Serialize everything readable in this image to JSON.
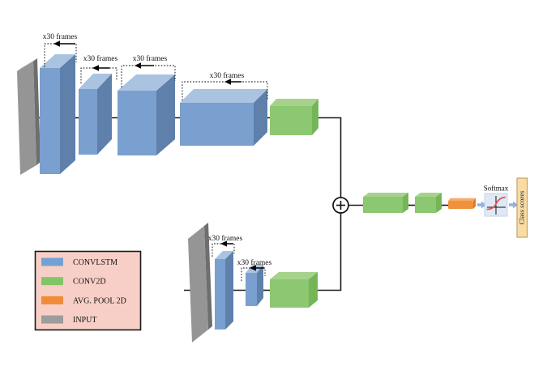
{
  "labels": {
    "frames": "x30 frames",
    "softmax": "Softmax",
    "class_scores": "Class scores",
    "plus": "+"
  },
  "legend": {
    "background": "#F8CFC7",
    "border_color": "#1A1A1A",
    "items": [
      {
        "label": "CONVLSTM",
        "color": "#74A1D4"
      },
      {
        "label": "CONV2D",
        "color": "#82C566"
      },
      {
        "label": "AVG. POOL 2D",
        "color": "#F08C38"
      },
      {
        "label": "INPUT",
        "color": "#9C9C9C"
      }
    ]
  },
  "colors": {
    "convlstm": {
      "front": "#7AA0CF",
      "top": "#A9C3E1",
      "side": "#5E80AB"
    },
    "conv2d": {
      "front": "#8CC771",
      "top": "#A6D28C",
      "side": "#74B558"
    },
    "input": {
      "front": "#959595",
      "top": "#B5B5B5",
      "side": "#6E6E6E"
    },
    "avg_pool": {
      "front": "#F0913C",
      "top": "#F5AC66",
      "side": "#D97B28"
    },
    "connector": "#1A1A1A",
    "arrow": "#92B1DC",
    "softmax_box_fill": "#DFE9F5",
    "softmax_box_border": "#C4D3E8",
    "softmax_curve": "#E05252",
    "class_bar_fill": "#F8DCA4",
    "class_bar_border": "#BD9455"
  }
}
